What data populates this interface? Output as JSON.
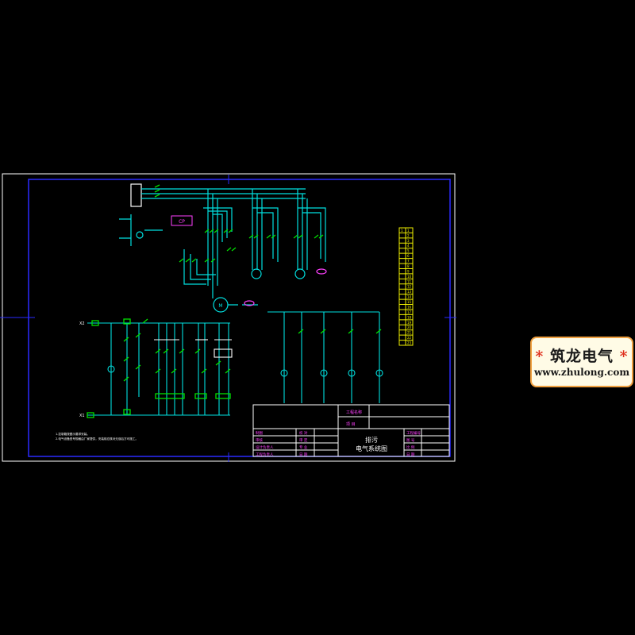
{
  "drawing": {
    "title_line1": "排污",
    "title_line2": "电气系统图",
    "project_label": "工程名称",
    "item_label": "项 目",
    "roles_left": [
      "制图",
      "审核",
      "设计负责人",
      "工程负责人"
    ],
    "roles_mid": [
      "校 对",
      "审 定",
      "专 业",
      "日 期"
    ],
    "roles_right": [
      "工程编号",
      "图 号",
      "比 例",
      "日 期"
    ],
    "notes": [
      "1.控制箱按图示要求安装。",
      "2.电气设备型号规格由厂家提供，安装前应核对无误后方可施工。"
    ],
    "tag_cp": "CP",
    "tag_motor": "M",
    "tag_x2": "X2",
    "tag_x1": "X1"
  },
  "terminal_table": {
    "header": [
      "1",
      "1"
    ],
    "rows": [
      "2",
      "3",
      "4",
      "5",
      "6",
      "7",
      "8",
      "9",
      "10",
      "11",
      "12",
      "13",
      "14",
      "15",
      "16",
      "17",
      "18",
      "19",
      "20",
      "21",
      "22",
      "23"
    ]
  },
  "watermark": {
    "brand": "筑龙电气",
    "url": "www.zhulong.com",
    "star_color": "#e0301e",
    "border_color": "#f0a040"
  },
  "colors": {
    "frame": "#ffffff",
    "border": "#2a2aff",
    "wire": "#00e0e0",
    "contact": "#00e000",
    "text_magenta": "#ff40ff",
    "table_yellow": "#f0f000"
  }
}
